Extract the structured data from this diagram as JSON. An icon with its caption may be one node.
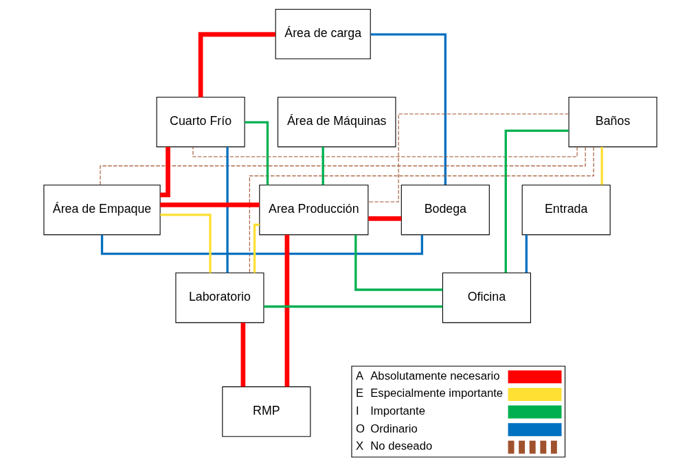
{
  "diagram": {
    "nodes": [
      {
        "text": [
          "Área de carga"
        ]
      },
      {
        "text": [
          "Baños"
        ]
      },
      {
        "text": [
          "Cuarto Frío"
        ]
      },
      {
        "text": [
          "Área de Máquinas"
        ]
      },
      {
        "text": [
          "Entrada"
        ]
      },
      {
        "text": [
          "Área de Empaque"
        ]
      },
      {
        "text": [
          "Area Producción"
        ]
      },
      {
        "text": [
          "Bodega"
        ]
      },
      {
        "text": [
          "Oficina"
        ]
      },
      {
        "text": [
          "Laboratorio"
        ]
      },
      {
        "text": [
          "RMP"
        ]
      }
    ],
    "edges": [
      {
        "from": 0,
        "to": 2,
        "arrow": "none",
        "style": "thick",
        "color": "#ff0000"
      },
      {
        "from": 2,
        "to": 5,
        "arrow": "none",
        "style": "thick",
        "color": "#ff0000"
      },
      {
        "from": 5,
        "to": 6,
        "arrow": "none",
        "style": "thick",
        "color": "#ff0000"
      },
      {
        "from": 6,
        "to": 7,
        "arrow": "none",
        "style": "thick",
        "color": "#ff0000"
      },
      {
        "from": 6,
        "to": 10,
        "arrow": "none",
        "style": "thick",
        "color": "#ff0000"
      },
      {
        "from": 9,
        "to": 10,
        "arrow": "none",
        "style": "thick",
        "color": "#ff0000"
      },
      {
        "from": 1,
        "to": 4,
        "arrow": "none",
        "color": "#ffe033"
      },
      {
        "from": 5,
        "to": 9,
        "arrow": "none",
        "color": "#ffe033"
      },
      {
        "from": 9,
        "to": 6,
        "arrow": "none",
        "color": "#ffe033"
      },
      {
        "from": 1,
        "to": 8,
        "arrow": "none",
        "color": "#00b050"
      },
      {
        "from": 8,
        "to": 9,
        "arrow": "none",
        "color": "#00b050"
      },
      {
        "from": 2,
        "to": 6,
        "arrow": "none",
        "color": "#00b050"
      },
      {
        "from": 3,
        "to": 6,
        "arrow": "none",
        "color": "#00b050"
      },
      {
        "from": 8,
        "to": 6,
        "arrow": "none",
        "color": "#00b050"
      },
      {
        "from": 0,
        "to": 7,
        "arrow": "none",
        "color": "#0070c0"
      },
      {
        "from": 4,
        "to": 8,
        "arrow": "none",
        "color": "#0070c0"
      },
      {
        "from": 2,
        "to": 9,
        "arrow": "none",
        "color": "#0070c0"
      },
      {
        "from": 5,
        "to": 7,
        "arrow": "none",
        "color": "#0070c0"
      },
      {
        "from": 1,
        "to": 2,
        "arrow": "none",
        "style": "dashed",
        "color": "#a0522d"
      },
      {
        "from": 1,
        "to": 6,
        "arrow": "none",
        "style": "dashed",
        "color": "#a0522d"
      },
      {
        "from": 1,
        "to": 5,
        "arrow": "none",
        "style": "dashed",
        "color": "#a0522d"
      },
      {
        "from": 1,
        "to": 9,
        "arrow": "none",
        "style": "dashed",
        "color": "#a0522d"
      }
    ],
    "labels": [
      "A",
      "E",
      "I",
      "O",
      "X"
    ],
    "legend": [
      {
        "text": "Absolutamente necesario"
      },
      {
        "text": "Especialmente importante"
      },
      {
        "text": "Importante"
      },
      {
        "text": "Ordinario"
      },
      {
        "text": "No deseado"
      }
    ]
  }
}
